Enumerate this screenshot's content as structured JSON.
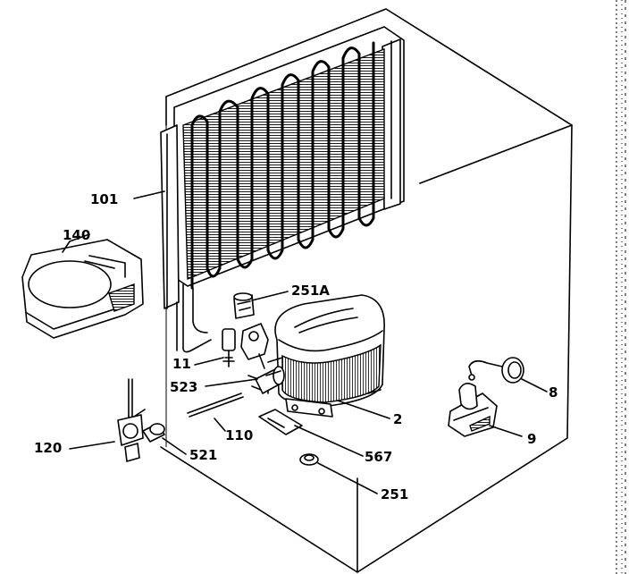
{
  "parts": [
    {
      "id": "condenser",
      "label": "101"
    },
    {
      "id": "drip-tray",
      "label": "140"
    },
    {
      "id": "relay",
      "label": "251A"
    },
    {
      "id": "filter-drier",
      "label": "11"
    },
    {
      "id": "capillary-clamp",
      "label": "523"
    },
    {
      "id": "process-tube",
      "label": "110"
    },
    {
      "id": "compressor",
      "label": "2"
    },
    {
      "id": "thermostat",
      "label": "8"
    },
    {
      "id": "thermostat-bracket",
      "label": "9"
    },
    {
      "id": "valve",
      "label": "120"
    },
    {
      "id": "cap",
      "label": "521"
    },
    {
      "id": "mounting-plate",
      "label": "567"
    },
    {
      "id": "grommet",
      "label": "251"
    }
  ]
}
